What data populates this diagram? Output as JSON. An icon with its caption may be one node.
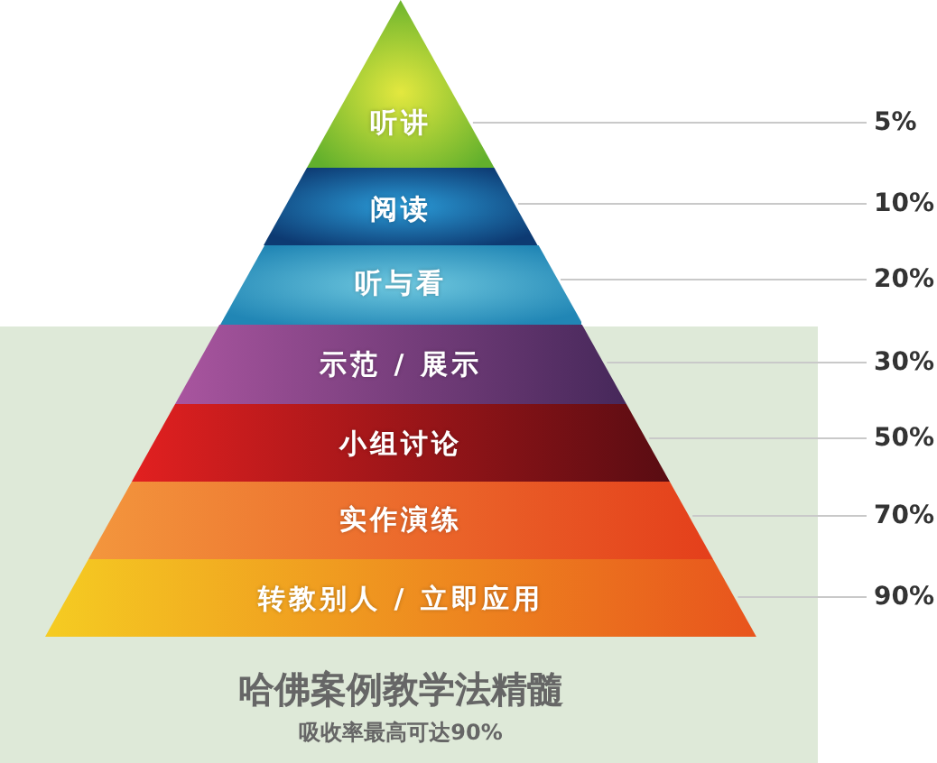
{
  "diagram": {
    "title": "哈佛案例教学法精髓",
    "caption": "吸收率最高可达90%",
    "nodes": [
      {
        "text": [
          "听讲"
        ]
      },
      {
        "text": [
          "阅读"
        ]
      },
      {
        "text": [
          "听与看"
        ]
      },
      {
        "text": [
          "示范 / 展示"
        ]
      },
      {
        "text": [
          "小组讨论"
        ]
      },
      {
        "text": [
          "实作演练"
        ]
      },
      {
        "text": [
          "转教别人 / 立即应用"
        ]
      },
      {
        "text": [
          "5%"
        ]
      },
      {
        "text": [
          "10%"
        ]
      },
      {
        "text": [
          "20%"
        ]
      },
      {
        "text": [
          "30%"
        ]
      },
      {
        "text": [
          "50%"
        ]
      },
      {
        "text": [
          "70%"
        ]
      },
      {
        "text": [
          "90%"
        ]
      }
    ],
    "edges": [
      {
        "from": 0,
        "to": 7,
        "arrow": "none"
      },
      {
        "from": 1,
        "to": 8,
        "arrow": "none"
      },
      {
        "from": 2,
        "to": 9,
        "arrow": "none"
      },
      {
        "from": 3,
        "to": 10,
        "arrow": "none"
      },
      {
        "from": 4,
        "to": 11,
        "arrow": "none"
      },
      {
        "from": 5,
        "to": 12,
        "arrow": "none"
      },
      {
        "from": 6,
        "to": 13,
        "arrow": "none"
      }
    ]
  }
}
